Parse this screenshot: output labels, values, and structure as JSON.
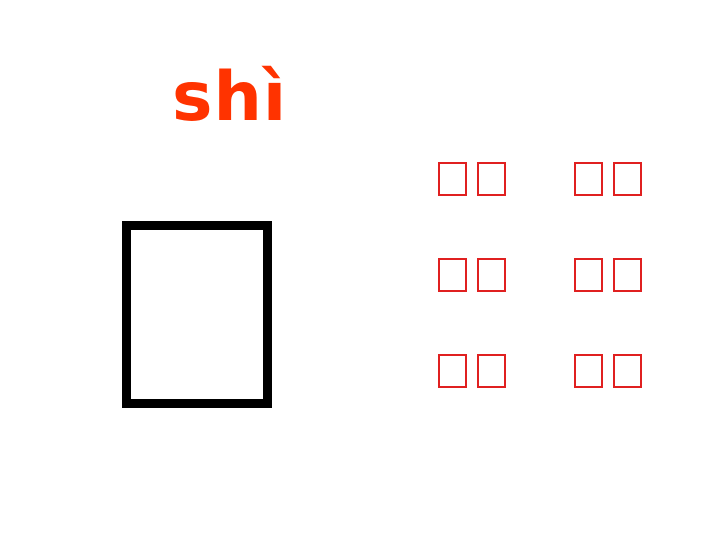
{
  "slide": {
    "pinyin": "shì",
    "pinyin_color": "#ff3300",
    "character_border_color": "#000000",
    "word_box_color": "#e02020"
  },
  "words": {
    "rows": [
      [
        {
          "glyphs": 2
        },
        {
          "glyphs": 2
        }
      ],
      [
        {
          "glyphs": 2
        },
        {
          "glyphs": 2
        }
      ],
      [
        {
          "glyphs": 2
        },
        {
          "glyphs": 2
        }
      ]
    ]
  }
}
